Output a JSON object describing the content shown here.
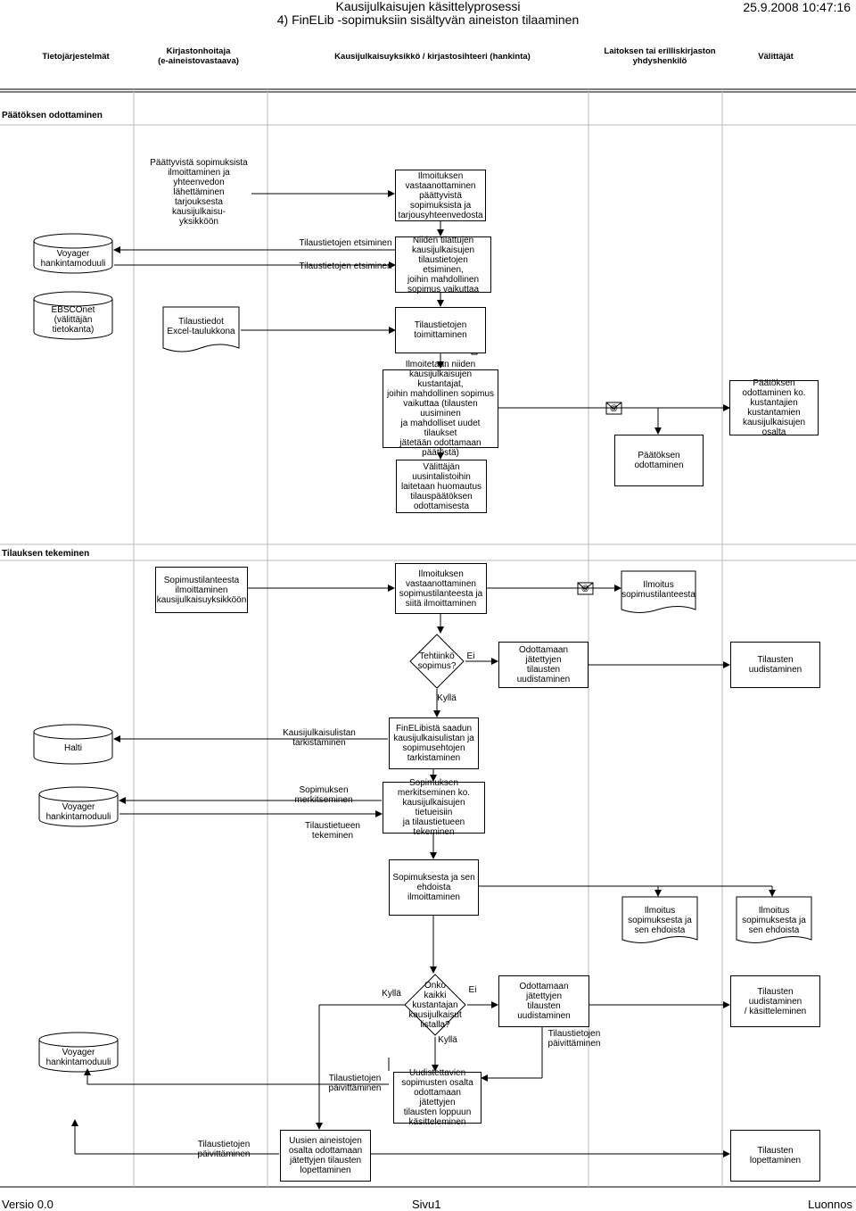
{
  "header": {
    "title": "Kausijulkaisujen käsittelyprosessi",
    "subtitle": "4) FinELib -sopimuksiin sisältyvän aineiston tilaaminen",
    "datetime": "25.9.2008 10:47:16"
  },
  "lanes": [
    "Tietojärjestelmät",
    "Kirjastonhoitaja\n(e-aineistovastaava)",
    "Kausijulkaisuyksikkö / kirjastosihteeri (hankinta)",
    "Laitoksen tai erilliskirjaston\nyhdyshenkilö",
    "Välittäjät"
  ],
  "sections": {
    "s1": "Päätöksen odottaminen",
    "s2": "Tilauksen tekeminen"
  },
  "nodes": {
    "n1": "Päättyvistä sopimuksista\nilmoittaminen ja\nyhteenvedon lähettäminen\ntarjouksesta kausijulkaisu-\nyksikköön",
    "n2": "Ilmoituksen\nvastaanottaminen\npäättyvistä\nsopimuksista ja\ntarjousyhteenvedosta",
    "n3": "Niiden tilattujen\nkausijulkaisujen\ntilaustietojen etsiminen,\njoihin mahdollinen\nsopimus  vaikuttaa",
    "n4": "Tilaustietojen\ntoimittaminen",
    "n5": "Ilmoitetaan niiden\nkausijulkaisujen kustantajat,\njoihin mahdollinen sopimus\nvaikuttaa (tilausten uusiminen\nja mahdolliset uudet tilaukset\njätetään odottamaan päätöstä)",
    "n6": "Päätöksen\nodottaminen ko.\nkustantajien\nkustantamien\nkausijulkaisujen osalta",
    "n7": "Päätöksen\nodottaminen",
    "n8": "Välittäjän\nuusintalistoihin\nlaitetaan huomautus\ntilauspäätöksen\nodottamisesta",
    "n9": "Sopimustilanteesta\nilmoittaminen\nkausijulkaisuyksikköön",
    "n10": "Ilmoituksen\nvastaanottaminen\nsopimustilanteesta ja\nsiitä ilmoittaminen",
    "n11": "Ilmoitus\nsopimustilanteesta",
    "n12": "Tehtiinkö\nsopimus?",
    "n13": "Odottamaan jätettyjen\ntilausten uudistaminen",
    "n14": "Tilausten uudistaminen",
    "n15": "FinELibistä saadun\nkausijulkaisulistan ja\nsopimusehtojen\ntarkistaminen",
    "n16": "Sopimuksen\nmerkitseminen ko.\nkausijulkaisujen tietueisiin\nja tilaustietueen tekeminen",
    "n17": "Sopimuksesta ja sen\nehdoista ilmoittaminen",
    "n18": "Ilmoitus\nsopimuksesta ja\nsen ehdoista",
    "n19": "Ilmoitus\nsopimuksesta ja\nsen ehdoista",
    "n20": "Onko\nkaikki\nkustantajan\nkausijulkaisut\nlistalla?",
    "n21": "Odottamaan jätettyjen\ntilausten uudistaminen",
    "n22": "Tilausten uudistaminen\n/ käsitteleminen",
    "n23": "Uudistettavien\nsopimusten osalta\nodottamaan jätettyjen\ntilausten loppuun\nkäsitteleminen",
    "n24": "Uusien aineistojen\nosalta odottamaan\njätettyjen tilausten\nlopettaminen",
    "n25": "Tilausten lopettaminen"
  },
  "stores": {
    "db1": "Voyager\nhankintamoduuli",
    "db2": "EBSCOnet\n(välittäjän\ntietokanta)",
    "db3": "Halti",
    "db4": "Voyager\nhankintamoduuli",
    "db5": "Voyager\nhankintamoduuli",
    "doc1": "Tilaustiedot\nExcel-taulukkona"
  },
  "labels": {
    "l1": "Tilaustietojen etsiminen",
    "l2": "Tilaustietojen etsiminen",
    "l3": "Ei",
    "l4": "Kyllä",
    "l5": "Kausijulkaisulistan tarkistaminen",
    "l6": "Sopimuksen merkitseminen",
    "l7": "Tilaustietueen tekeminen",
    "l8": "Kyllä",
    "l9": "Ei",
    "l10": "Kyllä",
    "l11": "Tilaustietojen\npäivittäminen",
    "l12": "Tilaustietojen\npäivittäminen",
    "l13": "Tilaustietojen päivittäminen",
    "email": "@"
  },
  "footer": {
    "version": "Versio 0.0",
    "page": "Sivu1",
    "status": "Luonnos"
  }
}
